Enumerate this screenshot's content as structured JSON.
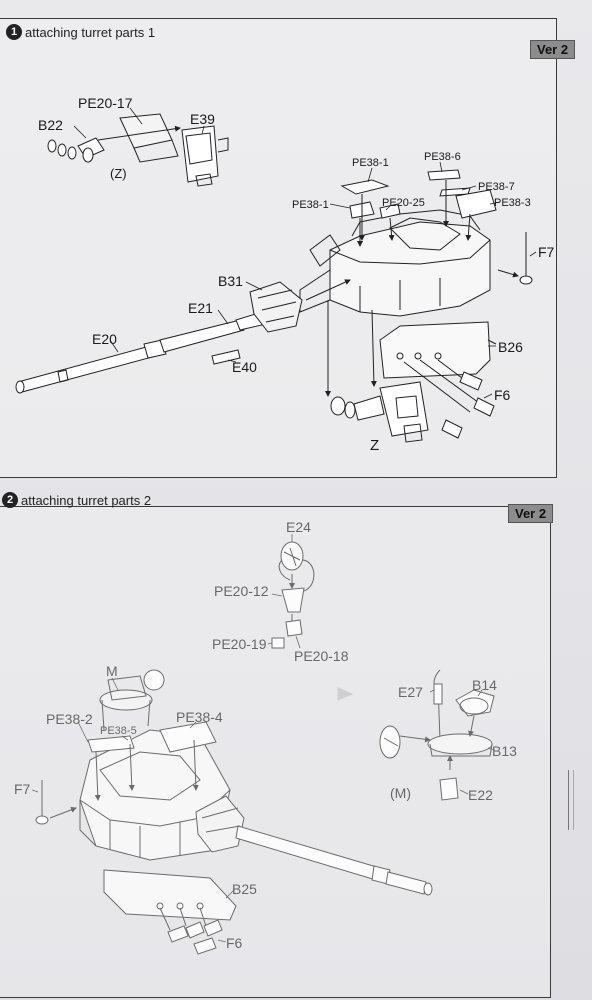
{
  "step1": {
    "number": "1",
    "title": "attaching turret parts 1",
    "version": "Ver 2",
    "labels": {
      "pe20_17": "PE20-17",
      "b22": "B22",
      "e39": "E39",
      "z_paren": "(Z)",
      "pe38_1_top": "PE38-1",
      "pe38_6": "PE38-6",
      "pe38_7": "PE38-7",
      "pe38_1_left": "PE38-1",
      "pe20_25": "PE20-25",
      "pe38_3": "PE38-3",
      "f7": "F7",
      "b31": "B31",
      "e21": "E21",
      "e20": "E20",
      "e40": "E40",
      "b26": "B26",
      "f6": "F6",
      "z": "Z"
    }
  },
  "step2": {
    "number": "2",
    "title": "attaching turret parts 2",
    "version": "Ver 2",
    "labels": {
      "e24": "E24",
      "pe20_12": "PE20-12",
      "pe20_19": "PE20-19",
      "pe20_18": "PE20-18",
      "m": "M",
      "pe38_2": "PE38-2",
      "pe38_5": "PE38-5",
      "pe38_4": "PE38-4",
      "f7": "F7",
      "b25": "B25",
      "f6": "F6",
      "e27": "E27",
      "b14": "B14",
      "b13": "B13",
      "m_paren": "(M)",
      "e22": "E22"
    }
  }
}
